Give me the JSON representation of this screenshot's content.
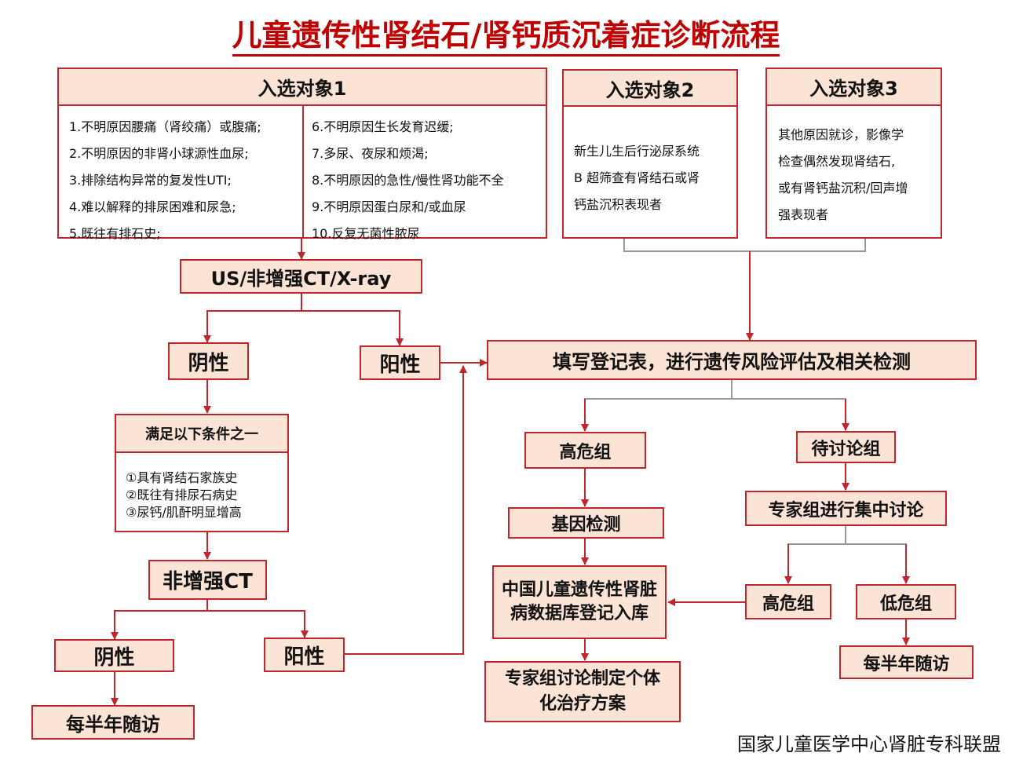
{
  "title": "儿童遗传性肾结石/肾钙质沉着症诊断流程",
  "cohort1": {
    "title": "入选对象1",
    "left_items": [
      "1.不明原因腰痛（肾绞痛）或腹痛;",
      "2.不明原因的非肾小球源性血尿;",
      "3.排除结构异常的复发性UTI;",
      "4.难以解释的排尿困难和尿急;",
      "5.既往有排石史;"
    ],
    "right_items": [
      "6.不明原因生长发育迟缓;",
      "7.多尿、夜尿和烦渴;",
      "8.不明原因的急性/慢性肾功能不全",
      "9.不明原因蛋白尿和/或血尿",
      "10.反复无菌性脓尿"
    ]
  },
  "cohort2": {
    "title": "入选对象2",
    "lines": [
      "新生儿生后行泌尿系统",
      "B 超筛查有肾结石或肾",
      "钙盐沉积表现者"
    ]
  },
  "cohort3": {
    "title": "入选对象3",
    "lines": [
      "其他原因就诊，影像学",
      "检查偶然发现肾结石,",
      "或有肾钙盐沉积/回声增",
      "强表现者"
    ]
  },
  "imaging": "US/非增强CT/X-ray",
  "negative": "阴性",
  "positive": "阳性",
  "conditions": {
    "title": "满足以下条件之一",
    "items": [
      "①具有肾结石家族史",
      "②既往有排尿石病史",
      "③尿钙/肌酐明显增高"
    ]
  },
  "noncontrast_ct": "非增强CT",
  "negative2": "阴性",
  "positive2": "阳性",
  "followup_left": "每半年随访",
  "registration": "填写登记表，进行遗传风险评估及相关检测",
  "high_risk": "高危组",
  "pending": "待讨论组",
  "genetic_test": "基因检测",
  "expert_discuss": "专家组进行集中讨论",
  "database": "中国儿童遗传性肾脏病数据库登记入库",
  "high_risk2": "高危组",
  "low_risk": "低危组",
  "followup_right": "每半年随访",
  "treatment": "专家组讨论制定个体化治疗方案",
  "footer": "国家儿童医学中心肾脏专科联盟",
  "colors": {
    "accent": "#c00000",
    "border": "#c0262c",
    "fill": "#fbe3d6"
  }
}
